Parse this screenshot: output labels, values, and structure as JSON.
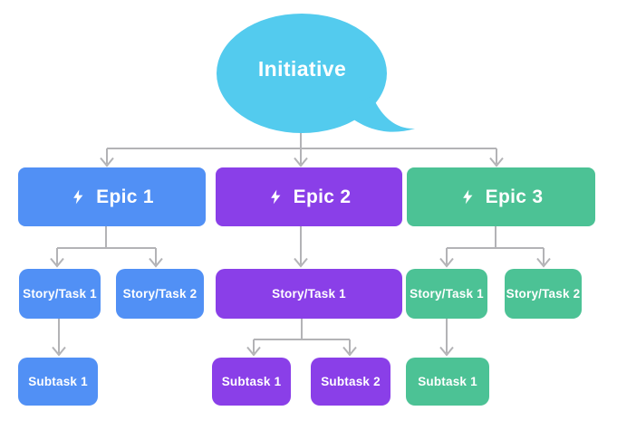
{
  "colors": {
    "initiative": "#53cbee",
    "epic1": "#5190f5",
    "epic2": "#8a3fe8",
    "epic3": "#4cc295",
    "connector": "#b3b3b6",
    "label_text": "#ffffff",
    "background": "#ffffff"
  },
  "diagram": {
    "root": {
      "label": "Initiative",
      "shape": "speech-bubble",
      "color": "#53cbee"
    },
    "epics": [
      {
        "label": "Epic 1",
        "icon": "lightning-bolt",
        "color": "#5190f5",
        "stories": [
          {
            "label": "Story/Task 1",
            "subtasks": [
              {
                "label": "Subtask 1"
              }
            ]
          },
          {
            "label": "Story/Task 2",
            "subtasks": []
          }
        ]
      },
      {
        "label": "Epic 2",
        "icon": "lightning-bolt",
        "color": "#8a3fe8",
        "stories": [
          {
            "label": "Story/Task 1",
            "subtasks": [
              {
                "label": "Subtask 1"
              },
              {
                "label": "Subtask 2"
              }
            ]
          }
        ]
      },
      {
        "label": "Epic 3",
        "icon": "lightning-bolt",
        "color": "#4cc295",
        "stories": [
          {
            "label": "Story/Task 1",
            "subtasks": [
              {
                "label": "Subtask 1"
              }
            ]
          },
          {
            "label": "Story/Task 2",
            "subtasks": []
          }
        ]
      }
    ]
  }
}
